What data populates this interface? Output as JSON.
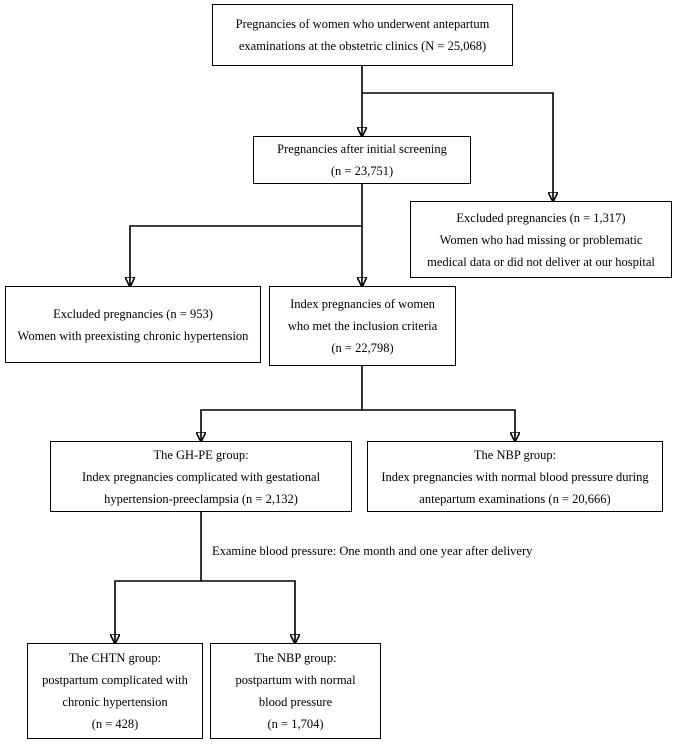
{
  "nodes": {
    "total": [
      "Pregnancies of women who underwent antepartum",
      "examinations at the obstetric clinics (N = 25,068)"
    ],
    "screening": [
      "Pregnancies after initial screening",
      "(n = 23,751)"
    ],
    "excluded_data": [
      "Excluded pregnancies (n = 1,317)",
      "Women who had missing or problematic",
      "medical data or did not deliver at our hospital"
    ],
    "excluded_htn": [
      "Excluded pregnancies (n = 953)",
      "Women with preexisting chronic hypertension"
    ],
    "index": [
      "Index pregnancies of women",
      "who met the inclusion criteria",
      "(n = 22,798)"
    ],
    "ghpe": [
      "The GH-PE group:",
      "Index pregnancies complicated with gestational",
      "hypertension-preeclampsia (n = 2,132)"
    ],
    "nbp_antepartum": [
      "The NBP group:",
      "Index pregnancies with normal blood pressure during",
      "antepartum examinations (n = 20,666)"
    ],
    "chtn": [
      "The CHTN group:",
      "postpartum complicated with",
      "chronic hypertension",
      "(n = 428)"
    ],
    "nbp_postpartum": [
      "The NBP group:",
      "postpartum with normal",
      "blood pressure",
      "(n = 1,704)"
    ]
  },
  "annotation": "Examine blood pressure: One month and one year after delivery"
}
